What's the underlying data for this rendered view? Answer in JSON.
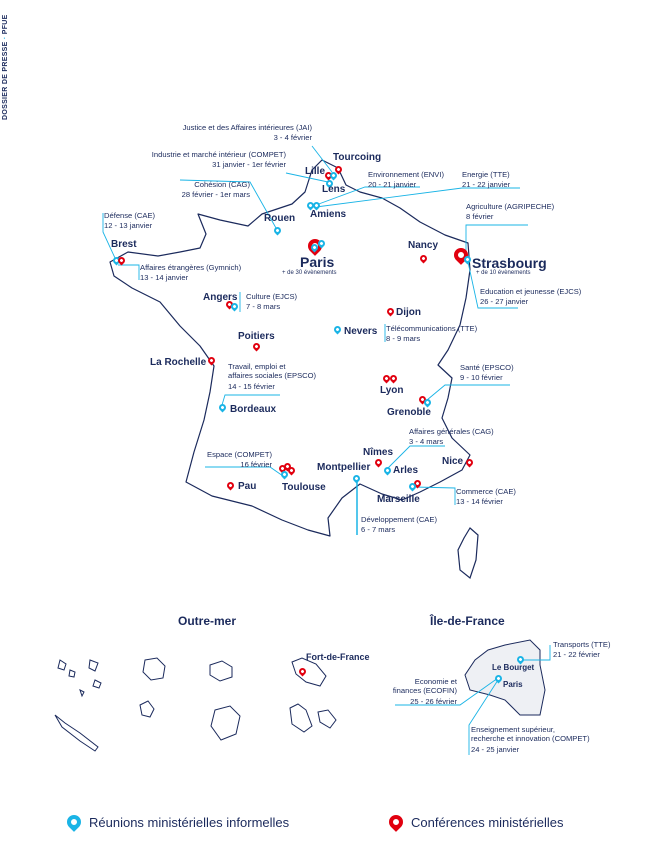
{
  "side_label": {
    "left": "DOSSIER DE PRESSE",
    "right": "PFUE"
  },
  "colors": {
    "informal": "#1ab4e6",
    "conference": "#e1000f",
    "text": "#1b2a5c"
  },
  "cities": {
    "tourcoing": "Tourcoing",
    "lille": "Lille",
    "lens": "Lens",
    "amiens": "Amiens",
    "rouen": "Rouen",
    "paris": "Paris",
    "paris_sub": "+ de 30 évènements",
    "nancy": "Nancy",
    "strasbourg": "Strasbourg",
    "strasbourg_sub": "+ de 10 évènements",
    "brest": "Brest",
    "angers": "Angers",
    "dijon": "Dijon",
    "poitiers": "Poitiers",
    "nevers": "Nevers",
    "la_rochelle": "La Rochelle",
    "lyon": "Lyon",
    "grenoble": "Grenoble",
    "bordeaux": "Bordeaux",
    "nimes": "Nîmes",
    "arles": "Arles",
    "nice": "Nice",
    "montpellier": "Montpellier",
    "pau": "Pau",
    "toulouse": "Toulouse",
    "marseille": "Marseille"
  },
  "events": {
    "jai": {
      "name": "Justice et des Affaires intérieures (JAI)",
      "date": "3 - 4 février"
    },
    "compet_industrie": {
      "name": "Industrie et marché intérieur (COMPET)",
      "date": "31 janvier - 1er février"
    },
    "cag_cohesion": {
      "name": "Cohésion (CAG)",
      "date": "28 février - 1er mars"
    },
    "defense": {
      "name": "Défense (CAE)",
      "date": "12 - 13 janvier"
    },
    "gymnich": {
      "name": "Affaires étrangères (Gymnich)",
      "date": "13 - 14 janvier"
    },
    "envi": {
      "name": "Environnement (ENVI)",
      "date": "20 - 21 janvier"
    },
    "energie": {
      "name": "Energie (TTE)",
      "date": "21 - 22 janvier"
    },
    "agri": {
      "name": "Agriculture (AGRIPECHE)",
      "date": "8 février"
    },
    "education": {
      "name": "Education et jeunesse (EJCS)",
      "date": "26 - 27 janvier"
    },
    "culture": {
      "name": "Culture (EJCS)",
      "date": "7 - 8 mars"
    },
    "telecom": {
      "name": "Télécommunications (TTE)",
      "date": "8 - 9 mars"
    },
    "travail": {
      "name1": "Travail, emploi et",
      "name2": "affaires sociales (EPSCO)",
      "date": "14 - 15 février"
    },
    "sante": {
      "name": "Santé (EPSCO)",
      "date": "9 - 10 février"
    },
    "affaires_gen": {
      "name": "Affaires générales (CAG)",
      "date": "3 - 4 mars"
    },
    "espace": {
      "name": "Espace (COMPET)",
      "date": "16 février"
    },
    "commerce": {
      "name": "Commerce (CAE)",
      "date": "13 - 14 février"
    },
    "developpement": {
      "name": "Développement (CAE)",
      "date": "6 - 7 mars"
    }
  },
  "outre_mer": {
    "title": "Outre-mer",
    "fort_de_france": "Fort-de-France"
  },
  "idf": {
    "title": "Île-de-France",
    "le_bourget": "Le Bourget",
    "paris": "Paris",
    "transports": {
      "name": "Transports (TTE)",
      "date": "21 - 22 février"
    },
    "ecofin": {
      "name1": "Economie et",
      "name2": "finances (ECOFIN)",
      "date": "25 - 26 février"
    },
    "recherche": {
      "name1": "Enseignement supérieur,",
      "name2": "recherche et innovation (COMPET)",
      "date": "24 - 25 janvier"
    }
  },
  "legend": [
    {
      "label": "Réunions ministérielles informelles",
      "color": "#1ab4e6"
    },
    {
      "label": "Conférences ministérielles",
      "color": "#e1000f"
    }
  ]
}
